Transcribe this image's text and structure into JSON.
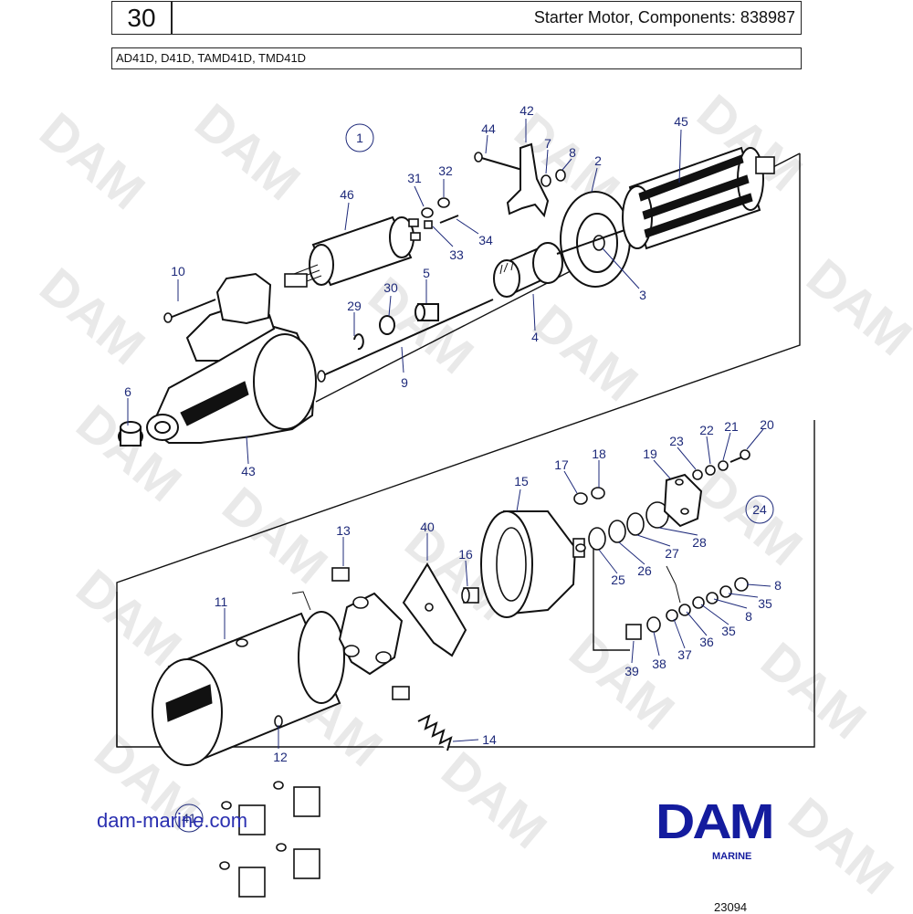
{
  "header": {
    "section_number": "30",
    "title": "Starter Motor, Components: 838987",
    "models": "AD41D, D41D, TAMD41D, TMD41D"
  },
  "watermark": {
    "text": "DAM"
  },
  "footer": {
    "website": "dam-marine.com",
    "logo_text": "DAM",
    "logo_subtext": "MARINE",
    "drawing_number": "23094"
  },
  "colors": {
    "callout": "#1e2a7a",
    "logo": "#141c9e",
    "website": "#2a2fb0"
  },
  "callouts": [
    "1",
    "2",
    "3",
    "4",
    "5",
    "6",
    "7",
    "8",
    "9",
    "10",
    "11",
    "12",
    "13",
    "14",
    "15",
    "16",
    "17",
    "18",
    "19",
    "20",
    "21",
    "22",
    "23",
    "24",
    "25",
    "26",
    "27",
    "28",
    "29",
    "30",
    "31",
    "32",
    "33",
    "34",
    "35",
    "36",
    "37",
    "38",
    "39",
    "40",
    "41",
    "42",
    "43",
    "44",
    "45",
    "46"
  ]
}
